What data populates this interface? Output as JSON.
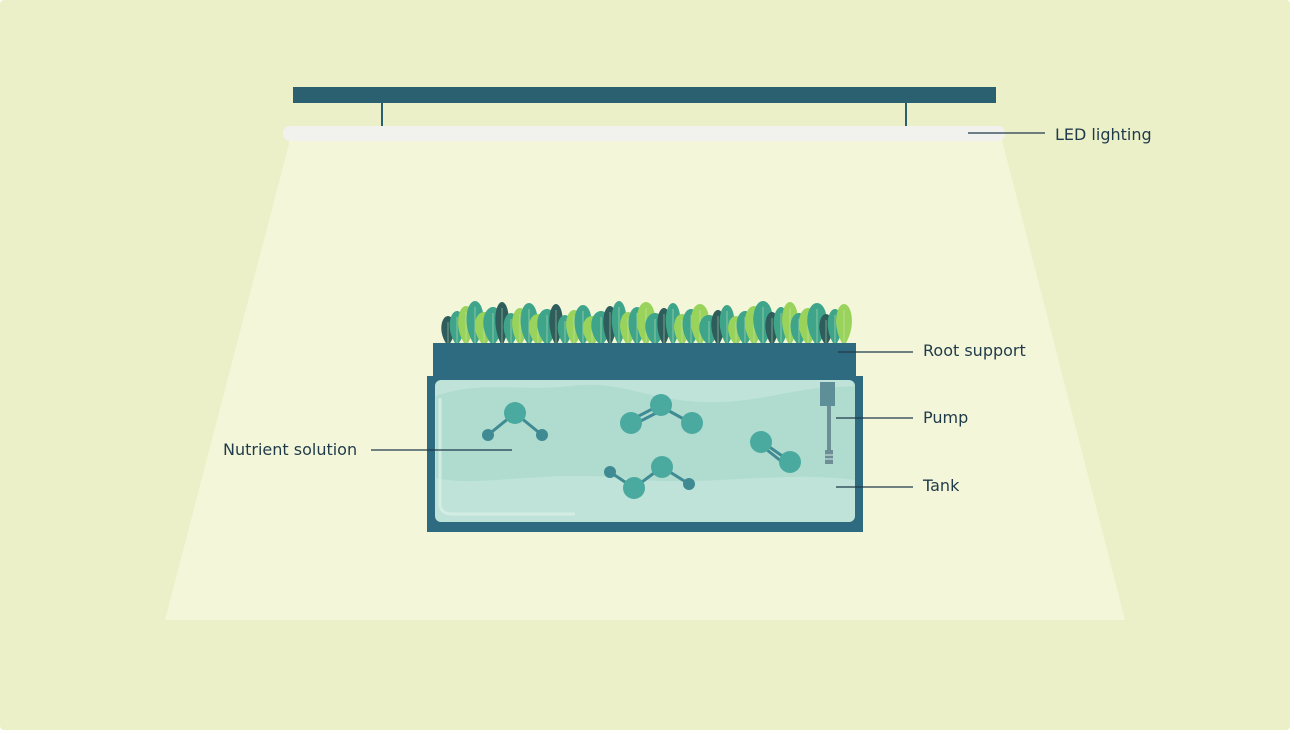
{
  "labels": {
    "led_lighting": "LED lighting",
    "root_support": "Root support",
    "pump": "Pump",
    "tank": "Tank",
    "nutrient_solution": "Nutrient solution"
  },
  "colors": {
    "background": "#ecf0c8",
    "light_beam": "#f6f7dc",
    "fixture": "#2b6070",
    "led_tube": "#f1f2ee",
    "tank_frame": "#2e6a80",
    "water": "#bfe3d8",
    "water_wave": "#a9d9cc",
    "molecule": "#4aaaa0",
    "molecule_small": "#3f8a93",
    "leaf_dark": "#2e5d5b",
    "leaf_mid": "#3fa58a",
    "leaf_light": "#9ad35c",
    "leader_line": "#1f3a4a"
  }
}
